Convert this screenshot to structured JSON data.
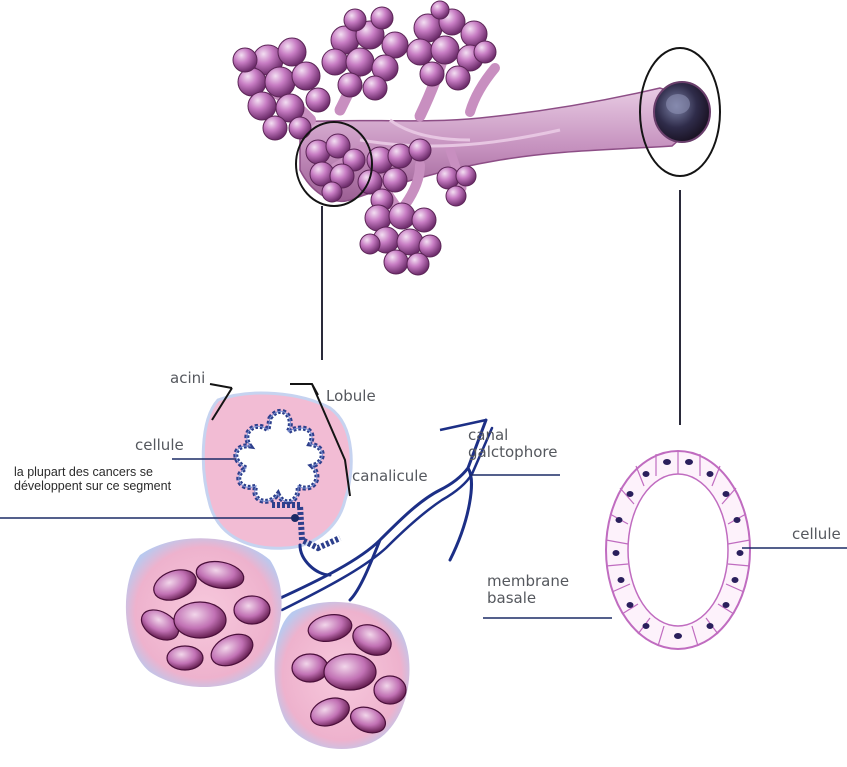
{
  "labels": {
    "acini": "acini",
    "lobule": "Lobule",
    "cellule_left": "cellule",
    "cancer_note": "la plupart des cancers se développent sur ce segment",
    "canalicule": "canalicule",
    "canal_galactophore": "canal\ngalctophore",
    "cellule_right": "cellule",
    "membrane_basale": "membrane\nbasale"
  },
  "colors": {
    "acinus_fill": "#b45cb0",
    "duct_fill": "#cfa0c7",
    "tissue_pink": "#f0bfd6",
    "leader_line": "#1b2b66",
    "cell_outline": "#c06cc0"
  }
}
